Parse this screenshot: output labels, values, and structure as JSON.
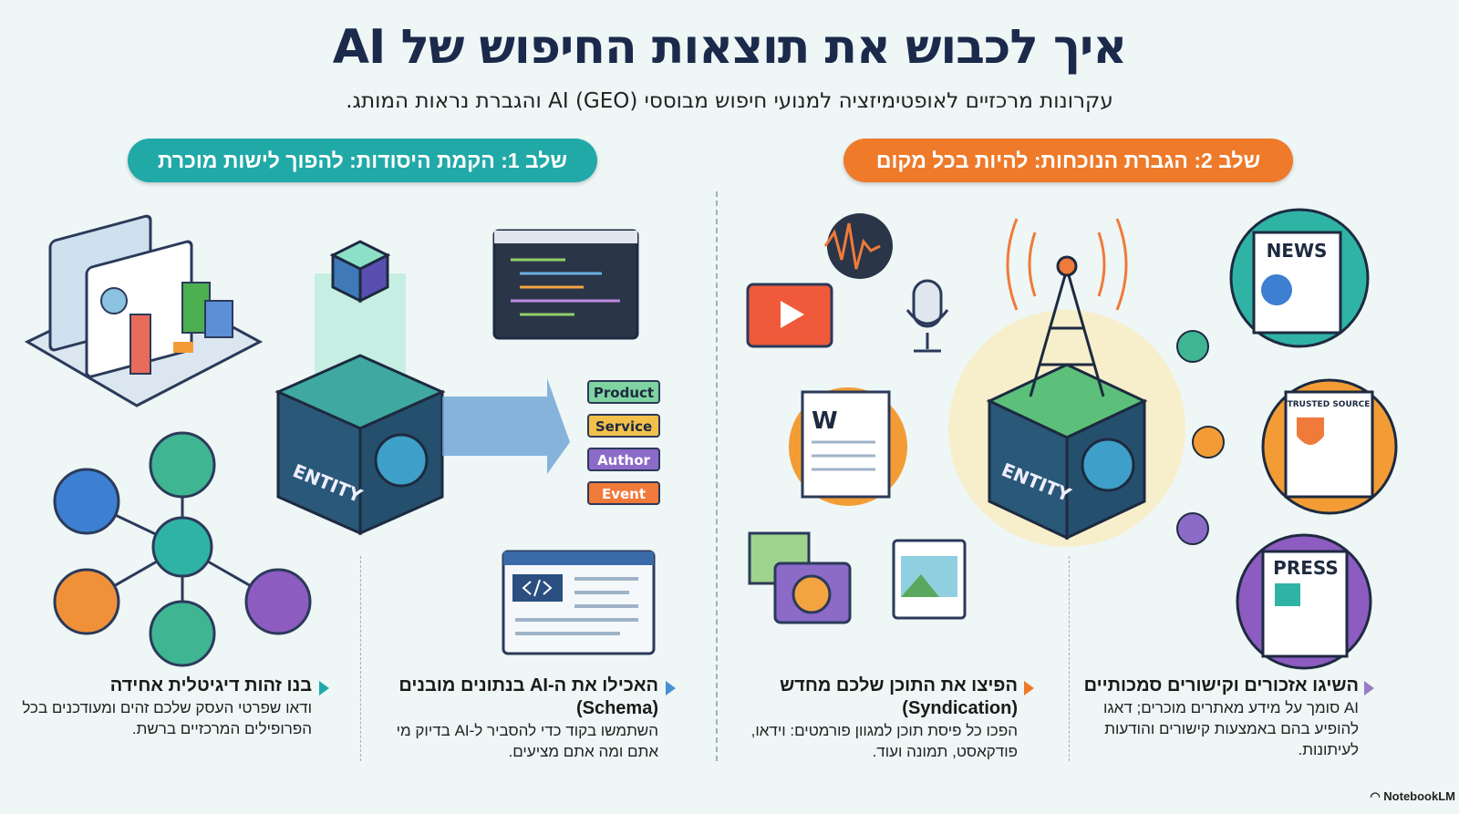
{
  "title": "איך לכבוש את תוצאות החיפוש של AI",
  "subtitle": "עקרונות מרכזיים לאופטימיזציה למנועי חיפוש מבוססי AI (GEO) והגברת נראות המותג.",
  "stages": [
    {
      "label": "שלב 1: הקמת היסודות: להפוך לישות מוכרת",
      "color": "#21a9a8"
    },
    {
      "label": "שלב 2: הגברת הנוכחות: להיות בכל מקום",
      "color": "#ee7a2a"
    }
  ],
  "illustrations": {
    "entity_label": "ENTITY",
    "schema_tags": [
      "Product",
      "Service",
      "Author",
      "Event"
    ],
    "doc_letter": "W",
    "news": "NEWS",
    "trusted": "TRUSTED SOURCE",
    "press": "PRESS"
  },
  "sections": [
    {
      "heading": "בנו זהות דיגיטלית אחידה",
      "body": "ודאו שפרטי העסק שלכם זהים ומעודכנים בכל הפרופילים המרכזיים ברשת.",
      "color": "#21a9a8"
    },
    {
      "heading": "האכילו את ה-AI בנתונים מובנים (Schema)",
      "body": "השתמשו בקוד כדי להסביר ל-AI בדיוק מי אתם ומה אתם מציעים.",
      "color": "#4a8fd6"
    },
    {
      "heading": "הפיצו את התוכן שלכם מחדש (Syndication)",
      "body": "הפכו כל פיסת תוכן למגוון פורמטים: וידאו, פודקאסט, תמונה ועוד.",
      "color": "#ee7a2a"
    },
    {
      "heading": "השיגו אזכורים וקישורים סמכותיים",
      "body": "AI סומך על מידע מאתרים מוכרים; דאגו להופיע בהם באמצעות קישורים והודעות לעיתונות.",
      "color": "#9a7bc4"
    }
  ],
  "branding": "NotebookLM"
}
